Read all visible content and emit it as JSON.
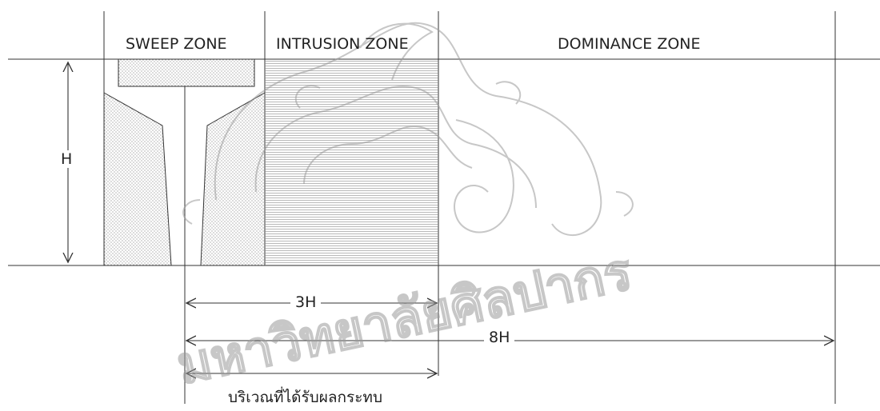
{
  "zones": {
    "sweep": "SWEEP ZONE",
    "intrusion": "INTRUSION ZONE",
    "dominance": "DOMINANCE ZONE"
  },
  "dimensions": {
    "height": "H",
    "three_h": "3H",
    "eight_h": "8H",
    "affected_area": "บริเวณที่ได้รับผลกระทบ"
  },
  "watermark": {
    "text": "มหาวิทยาลัยศิลปากร",
    "color": "#9a9a9a"
  },
  "colors": {
    "line": "#333333",
    "stipple": "#555555",
    "hatch": "#8a8a8a"
  }
}
